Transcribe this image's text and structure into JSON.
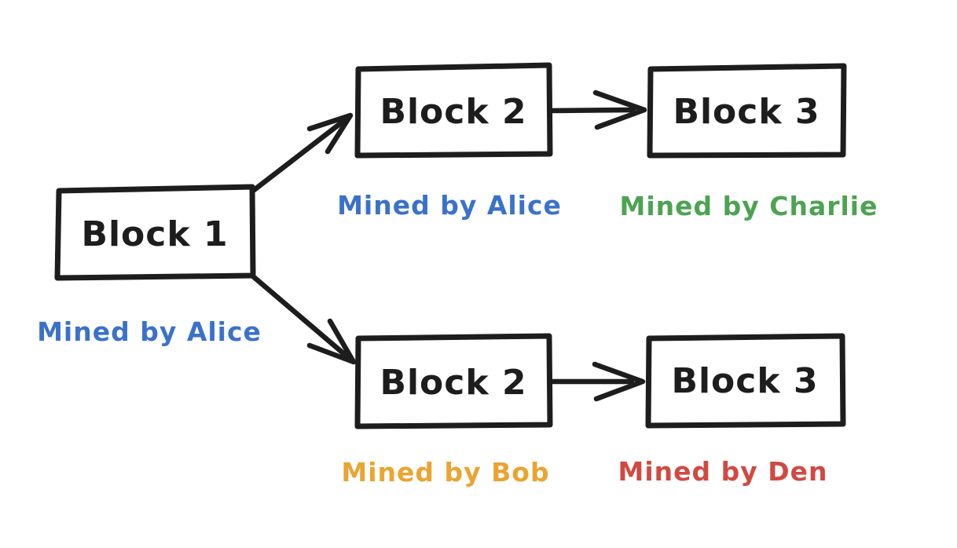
{
  "diagram": {
    "type": "blockchain-fork-flowchart",
    "background_color": "#ffffff",
    "stroke_color": "#1d1d1d",
    "nodes": [
      {
        "id": "block-1",
        "label": "Block 1"
      },
      {
        "id": "block-2-top",
        "label": "Block 2"
      },
      {
        "id": "block-3-top",
        "label": "Block 3"
      },
      {
        "id": "block-2-bottom",
        "label": "Block 2"
      },
      {
        "id": "block-3-bottom",
        "label": "Block 3"
      }
    ],
    "miner_labels": [
      {
        "for": "block-1",
        "text": "Mined by Alice",
        "color": "#3b72c9"
      },
      {
        "for": "block-2-top",
        "text": "Mined by Alice",
        "color": "#3b72c9"
      },
      {
        "for": "block-3-top",
        "text": "Mined by Charlie",
        "color": "#4ca352"
      },
      {
        "for": "block-2-bottom",
        "text": "Mined by Bob",
        "color": "#eaa432"
      },
      {
        "for": "block-3-bottom",
        "text": "Mined by Den",
        "color": "#d04a42"
      }
    ],
    "edges": [
      {
        "from": "block-1",
        "to": "block-2-top"
      },
      {
        "from": "block-1",
        "to": "block-2-bottom"
      },
      {
        "from": "block-2-top",
        "to": "block-3-top"
      },
      {
        "from": "block-2-bottom",
        "to": "block-3-bottom"
      }
    ]
  }
}
